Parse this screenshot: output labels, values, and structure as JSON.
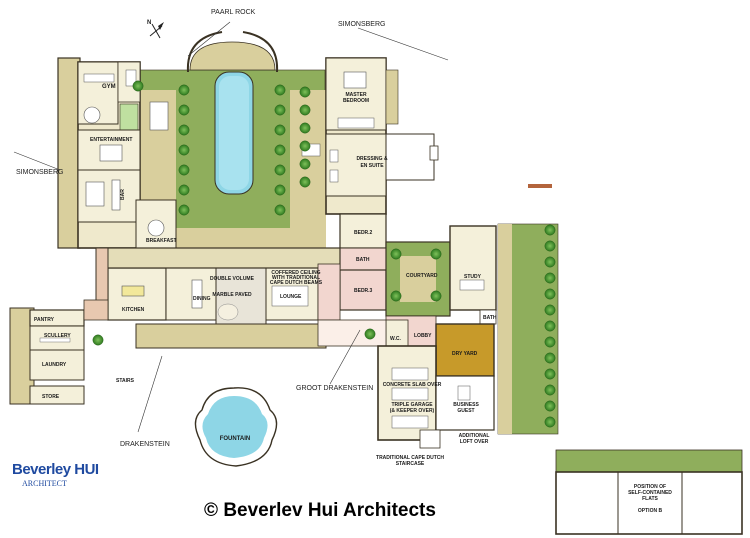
{
  "views": {
    "paarl_rock": "PAARL ROCK",
    "simonsberg_top": "SIMONSBERG",
    "simonsberg_left": "SIMONSBERG",
    "groot_drakenstein": "GROOT DRAKENSTEIN",
    "drakenstein": "DRAKENSTEIN"
  },
  "rooms": {
    "gym": "GYM",
    "master_bedroom": [
      "MASTER",
      "BEDROOM"
    ],
    "entertainment": "ENTERTAINMENT",
    "dressing": [
      "DRESSING &",
      "EN SUITE"
    ],
    "bar": "BAR",
    "breakfast": "BREAKFAST",
    "bedr2": "BEDR.2",
    "bath": "BATH",
    "bedr3": "BEDR.3",
    "courtyard": "COURTYARD",
    "study": "STUDY",
    "kitchen": "KITCHEN",
    "dining": "DINING",
    "lounge": "LOUNGE",
    "lobby": "LOBBY",
    "wc": "W.C.",
    "pantry": "PANTRY",
    "scullery": "SCULLERY",
    "laundry": "LAUNDRY",
    "store": "STORE",
    "stairs": "STAIRS",
    "dry_yard": "DRY YARD",
    "triple_garage": [
      "TRIPLE GARAGE",
      "(& KEEPER OVER)"
    ],
    "business_guest": [
      "BUSINESS",
      "GUEST"
    ],
    "additional_loft": [
      "ADDITIONAL",
      "LOFT OVER"
    ],
    "fountain": "FOUNTAIN",
    "position_flats": [
      "POSITION OF",
      "SELF-CONTAINED",
      "FLATS"
    ],
    "option_b": "OPTION B",
    "bath_small": "BATH"
  },
  "notes": {
    "double_volume": [
      "DOUBLE VOLUME",
      "MARBLE PAVED"
    ],
    "coffered": [
      "COFFERED CEILING",
      "WITH TRADITIONAL",
      "CAPE DUTCH BEAMS"
    ],
    "concrete_slab": "CONCRETE SLAB OVER",
    "traditional_stair": [
      "TRADITIONAL CAPE DUTCH",
      "STAIRCASE"
    ]
  },
  "compass": "N",
  "logo": {
    "brand_a": "Beverley",
    "brand_b": "HUI",
    "sub": "ARCHITECT"
  },
  "copyright": "© Beverlev Hui Architects",
  "colors": {
    "lawn": "#8fae5c",
    "paving": "#d9cf9d",
    "pool": "#8ed6e6",
    "wall": "#3a3223",
    "dry_yard": "#c79a2a",
    "tree": "#3f8a2a"
  }
}
